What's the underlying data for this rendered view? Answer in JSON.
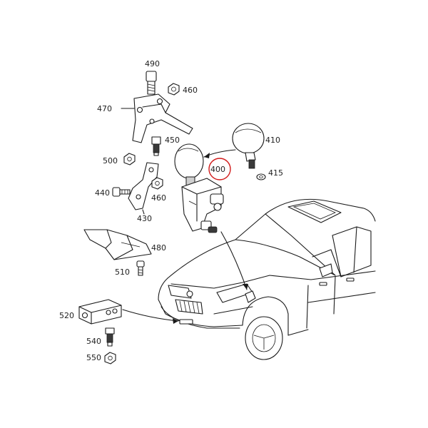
{
  "labels": {
    "p490": "490",
    "p460a": "460",
    "p470": "470",
    "p450": "450",
    "p500": "500",
    "p440": "440",
    "p460b": "460",
    "p430": "430",
    "p410": "410",
    "p400": "400",
    "p415": "415",
    "p480": "480",
    "p510": "510",
    "p520": "520",
    "p540": "540",
    "p550": "550"
  },
  "highlight": {
    "part": "400",
    "color": "#d11a1a"
  }
}
